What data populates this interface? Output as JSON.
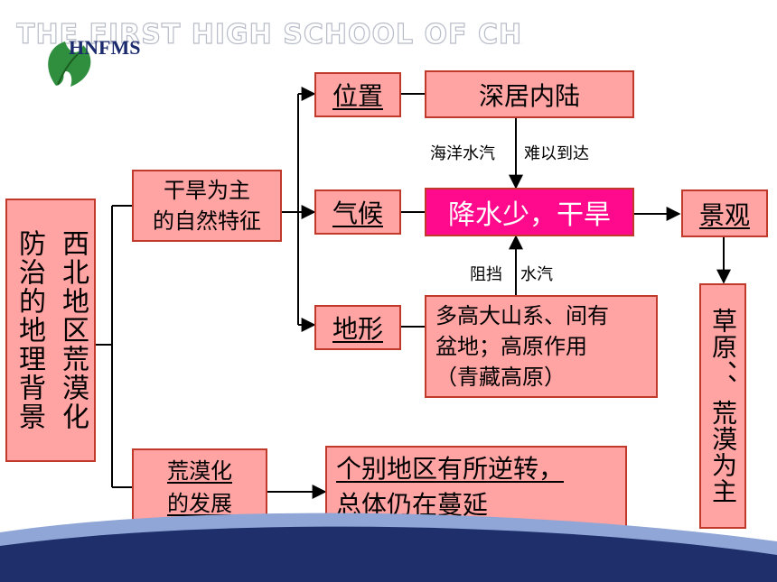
{
  "header": {
    "watermark": "THE FIRST HIGH SCHOOL OF CHANGSHA",
    "logo_text": "HNFMS"
  },
  "root": {
    "col1": "西北地区荒漠化",
    "col2": "防治的地理背景"
  },
  "branch_natural": {
    "line1": "干旱为主",
    "line2": "的自然特征"
  },
  "branch_develop": {
    "line1": "荒漠化",
    "line2": "的发展"
  },
  "location": {
    "label": "位置",
    "value": "深居内陆"
  },
  "climate": {
    "label": "气候",
    "value": "降水少，干旱"
  },
  "terrain": {
    "label": "地形",
    "line1": "多高大山系、间有",
    "line2": "盆地；高原作用",
    "line3": "（青藏高原）"
  },
  "annotations": {
    "ocean_left": "海洋水汽",
    "ocean_right": "难以到达",
    "block_left": "阻挡",
    "block_right": "水汽"
  },
  "landscape": {
    "label": "景观",
    "value": "草原、、荒漠为主"
  },
  "trend": {
    "line1": "个别地区有所逆转，",
    "line2": "总体仍在蔓延"
  },
  "colors": {
    "box_fill": "#ffa3a3",
    "box_border": "#c0392b",
    "highlight_fill": "#ff0a8c",
    "banner_dark": "#1f2f6b",
    "banner_light": "#8fa6d6"
  }
}
